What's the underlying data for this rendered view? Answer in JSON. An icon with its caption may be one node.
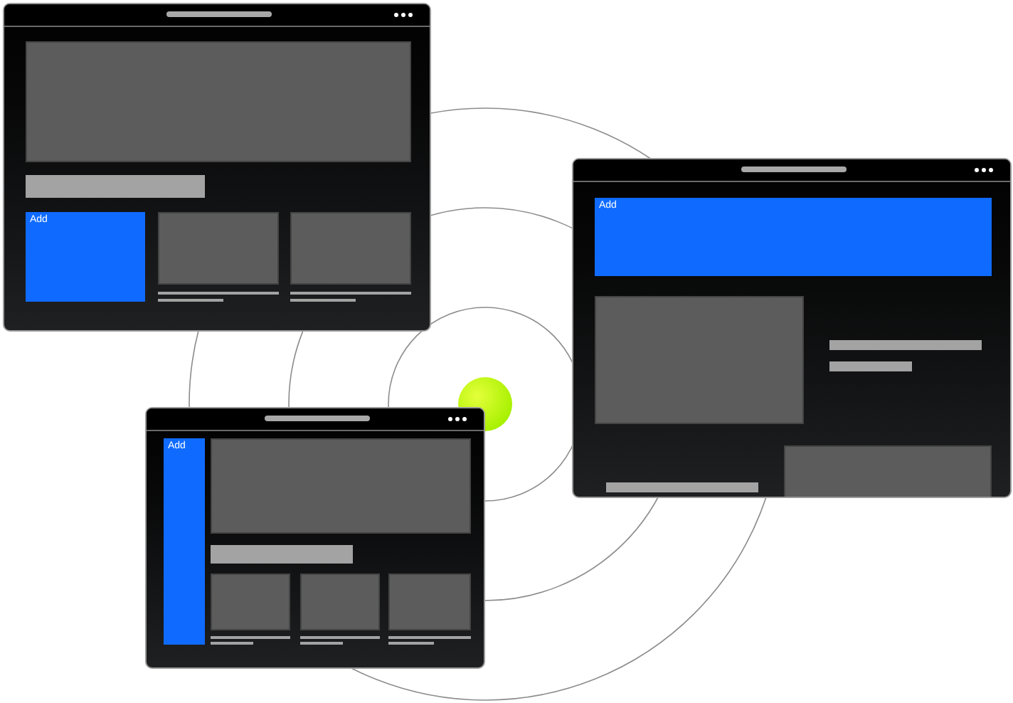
{
  "diagram": {
    "nodes": [
      {
        "text": [],
        "shape": "box"
      },
      {
        "text": [
          "Add"
        ],
        "in": 0
      },
      {
        "text": [],
        "shape": "box"
      },
      {
        "text": [
          "Add"
        ],
        "in": 2
      },
      {
        "text": [],
        "shape": "box"
      },
      {
        "text": [
          "Add"
        ],
        "in": 4
      }
    ]
  }
}
